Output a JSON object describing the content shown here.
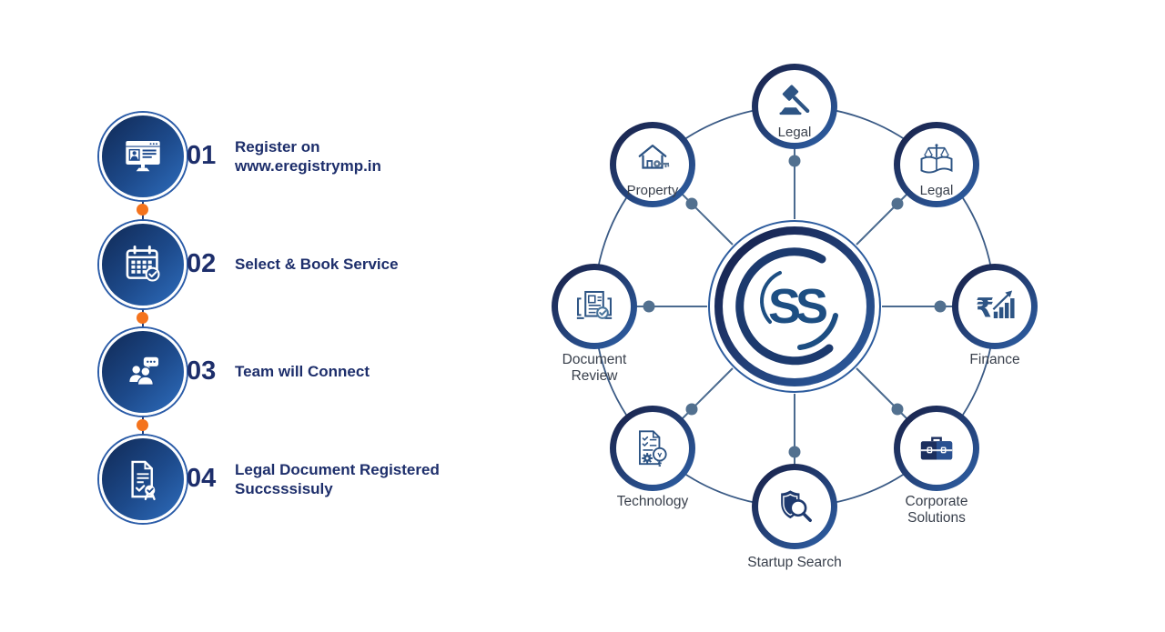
{
  "colors": {
    "navy_text": "#1d2e6b",
    "accent_orange": "#f4731d",
    "step_gradient_start": "#122e5d",
    "step_gradient_end": "#2e6dbd",
    "node_ring_dark": "#1b2853",
    "node_ring_light": "#2f62a8",
    "connector_line": "#4a6a8f",
    "connector_dot": "#52708f",
    "icon_blue": "#2d5484",
    "logo_blue": "#1d4e82",
    "hub_label_gray": "#39404c"
  },
  "steps": {
    "items": [
      {
        "number": "01",
        "line1": "Register on",
        "line2": "www.eregistrymp.in",
        "icon": "monitor-register-icon"
      },
      {
        "number": "02",
        "line1": "Select & Book Service",
        "line2": "",
        "icon": "calendar-booking-icon"
      },
      {
        "number": "03",
        "line1": "Team will Connect",
        "line2": "",
        "icon": "team-connect-icon"
      },
      {
        "number": "04",
        "line1": "Legal Document Registered",
        "line2": "Succsssisuly",
        "icon": "document-registered-icon"
      }
    ]
  },
  "hub": {
    "logo_text": "SS",
    "nodes": [
      {
        "label": "Legal",
        "icon": "gavel-icon",
        "label_position": "inside"
      },
      {
        "label": "Legal",
        "icon": "law-book-scales-icon",
        "label_position": "inside"
      },
      {
        "label": "Finance",
        "icon": "rupee-growth-icon",
        "label_position": "below"
      },
      {
        "label": "Corporate Solutions",
        "icon": "briefcase-icon",
        "label_position": "below"
      },
      {
        "label": "Startup Search",
        "icon": "shield-search-icon",
        "label_position": "below"
      },
      {
        "label": "Technology",
        "icon": "document-idea-gear-icon",
        "label_position": "below"
      },
      {
        "label": "Document Review",
        "icon": "document-review-icon",
        "label_position": "below"
      },
      {
        "label": "Property",
        "icon": "house-key-icon",
        "label_position": "inside"
      }
    ]
  }
}
